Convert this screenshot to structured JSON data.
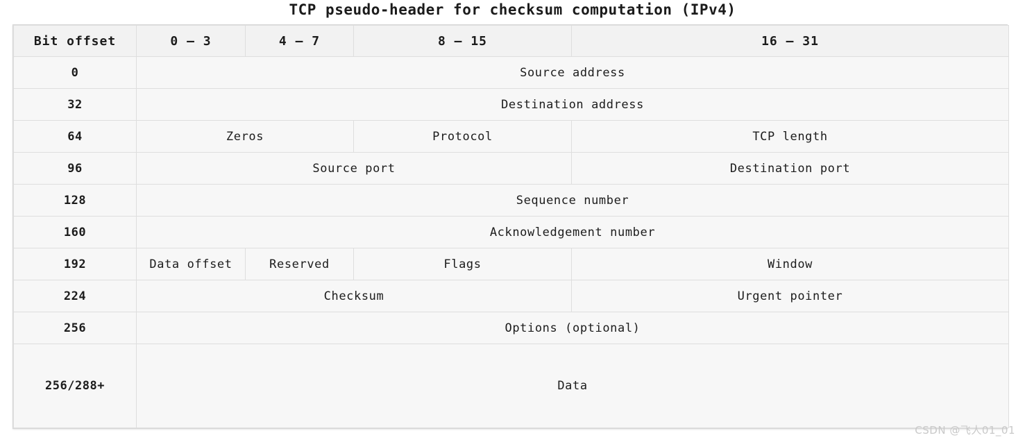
{
  "title": "TCP pseudo-header for checksum computation (IPv4)",
  "colors": {
    "highlight_pink": "#fcdedd",
    "header_gray": "#f2f2f2",
    "cell_gray": "#fafafa",
    "border": "#dedede",
    "text": "#1c1c1c",
    "watermark": "#c9c9c9"
  },
  "table": {
    "columns": [
      {
        "label": "Bit offset"
      },
      {
        "label": "0 – 3"
      },
      {
        "label": "4 – 7"
      },
      {
        "label": "8 – 15"
      },
      {
        "label": "16 – 31"
      }
    ],
    "rows": [
      {
        "offset": "0",
        "cells": [
          {
            "label": "Source address",
            "span": 4,
            "highlight": true
          }
        ]
      },
      {
        "offset": "32",
        "cells": [
          {
            "label": "Destination address",
            "span": 4,
            "highlight": true
          }
        ]
      },
      {
        "offset": "64",
        "cells": [
          {
            "label": "Zeros",
            "span": 2,
            "highlight": true
          },
          {
            "label": "Protocol",
            "span": 1,
            "highlight": true
          },
          {
            "label": "TCP length",
            "span": 1,
            "highlight": true
          }
        ]
      },
      {
        "offset": "96",
        "cells": [
          {
            "label": "Source port",
            "span": 3,
            "highlight": false
          },
          {
            "label": "Destination port",
            "span": 1,
            "highlight": false
          }
        ]
      },
      {
        "offset": "128",
        "cells": [
          {
            "label": "Sequence number",
            "span": 4,
            "highlight": false
          }
        ]
      },
      {
        "offset": "160",
        "cells": [
          {
            "label": "Acknowledgement number",
            "span": 4,
            "highlight": false
          }
        ]
      },
      {
        "offset": "192",
        "cells": [
          {
            "label": "Data offset",
            "span": 1,
            "highlight": false
          },
          {
            "label": "Reserved",
            "span": 1,
            "highlight": false
          },
          {
            "label": "Flags",
            "span": 1,
            "highlight": false
          },
          {
            "label": "Window",
            "span": 1,
            "highlight": false
          }
        ]
      },
      {
        "offset": "224",
        "cells": [
          {
            "label": "Checksum",
            "span": 3,
            "highlight": true
          },
          {
            "label": "Urgent pointer",
            "span": 1,
            "highlight": false
          }
        ]
      },
      {
        "offset": "256",
        "cells": [
          {
            "label": "Options (optional)",
            "span": 4,
            "highlight": false
          }
        ]
      },
      {
        "offset": "256/288+",
        "tall": true,
        "cells": [
          {
            "label": "Data",
            "span": 4,
            "highlight": false
          }
        ]
      }
    ]
  },
  "watermark": "CSDN @飞人01_01"
}
